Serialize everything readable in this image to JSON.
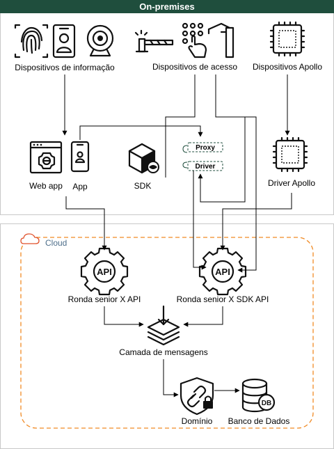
{
  "header": {
    "title": "On-premises",
    "color": "#1f4e3d"
  },
  "cloud": {
    "label": "Cloud",
    "color": "#f08a24"
  },
  "nodes": {
    "info_devices": "Dispositivos de informação",
    "access_devices": "Dispositivos de acesso",
    "apollo_devices": "Dispositivos Apollo",
    "web_app": "Web app",
    "app": "App",
    "sdk": "SDK",
    "proxy": "Proxy",
    "driver": "Driver",
    "driver_apollo": "Driver Apollo",
    "api_x": "Ronda senior X API",
    "api_sdk": "Ronda senior X SDK API",
    "messages": "Camada de mensagens",
    "domain": "Domínio",
    "database": "Banco de Dados"
  },
  "icons": {
    "api_badge": "API",
    "db_badge": "DB"
  }
}
